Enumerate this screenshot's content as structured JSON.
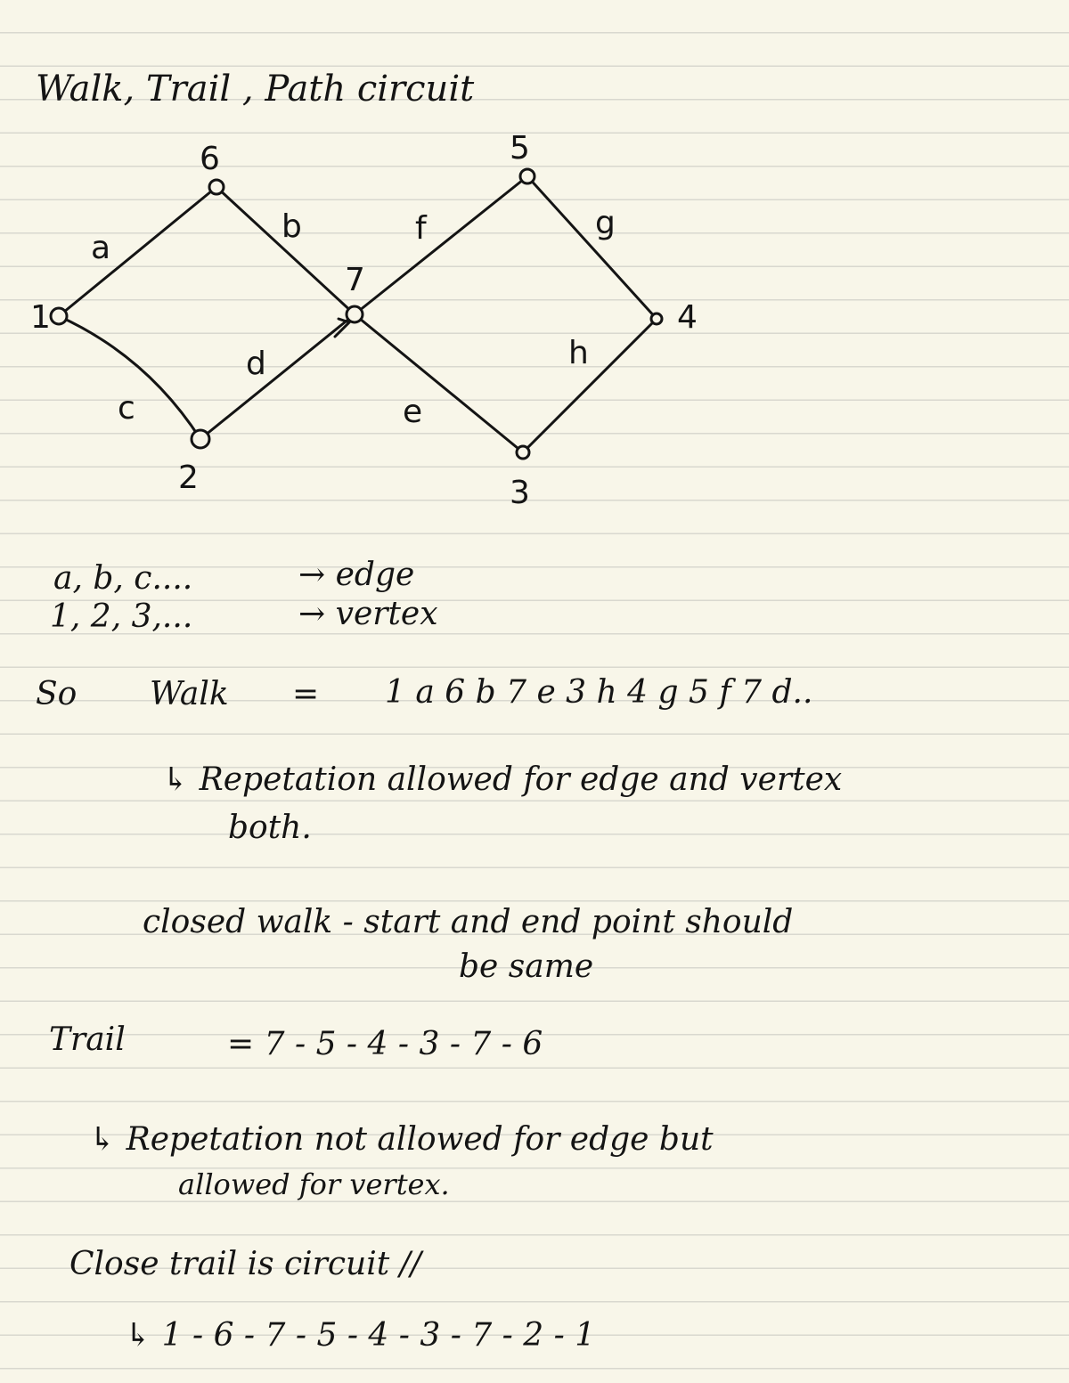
{
  "title": "Walk, Trail , Path circuit",
  "graph": {
    "vertices": [
      {
        "id": "1",
        "label": "1"
      },
      {
        "id": "6",
        "label": "6"
      },
      {
        "id": "7",
        "label": "7"
      },
      {
        "id": "2",
        "label": "2"
      },
      {
        "id": "5",
        "label": "5"
      },
      {
        "id": "4",
        "label": "4"
      },
      {
        "id": "3",
        "label": "3"
      }
    ],
    "edges": [
      {
        "label": "a",
        "from": "1",
        "to": "6"
      },
      {
        "label": "b",
        "from": "6",
        "to": "7"
      },
      {
        "label": "c",
        "from": "1",
        "to": "2"
      },
      {
        "label": "d",
        "from": "2",
        "to": "7"
      },
      {
        "label": "f",
        "from": "7",
        "to": "5"
      },
      {
        "label": "g",
        "from": "5",
        "to": "4"
      },
      {
        "label": "e",
        "from": "7",
        "to": "3"
      },
      {
        "label": "h",
        "from": "3",
        "to": "4"
      }
    ]
  },
  "notation": {
    "edges_example": "a, b, c....",
    "edges_arrow": "→ edge",
    "vertices_example": "1, 2, 3,...",
    "vertices_arrow": "→ vertex"
  },
  "walk": {
    "so": "So",
    "label": "Walk",
    "equals": "=",
    "sequence": "1 a 6 b 7 e 3 h 4 g 5 f 7 d..",
    "note_line1": "↳ Repetation allowed for edge and vertex",
    "note_line2": "both.",
    "closed_line1": "closed walk - start and end point should",
    "closed_line2": "be same"
  },
  "trail": {
    "label": "Trail",
    "sequence": "= 7 - 5 - 4 - 3 - 7 - 6",
    "note_line1": "↳ Repetation not allowed for edge but",
    "note_line2": "allowed for vertex."
  },
  "circuit": {
    "line1": "Close trail is circuit //",
    "sequence": "↳ 1 - 6 - 7 - 5 - 4 - 3 - 7 - 2 - 1"
  }
}
